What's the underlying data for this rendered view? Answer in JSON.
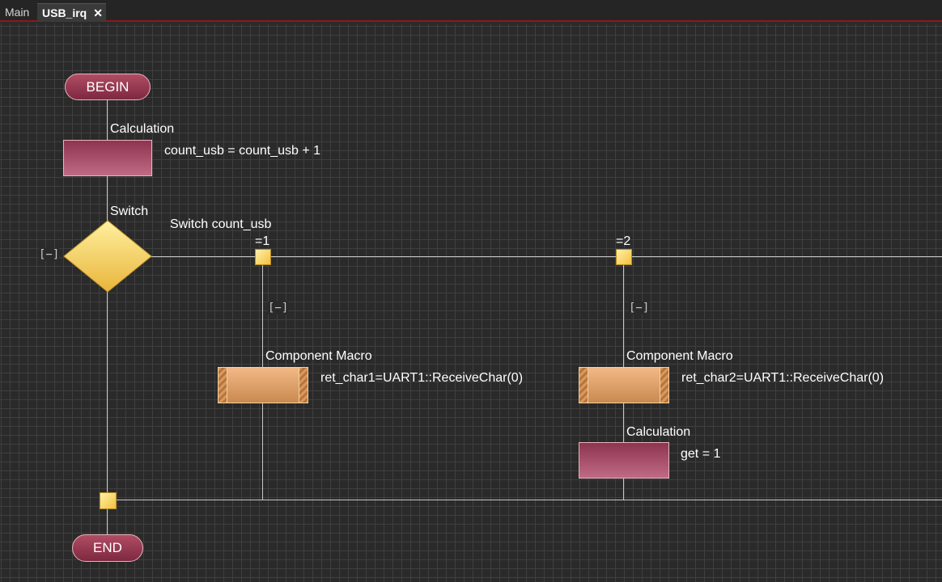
{
  "tabs": {
    "main_label": "Main",
    "active_label": "USB_irq",
    "close_glyph": "✕"
  },
  "flowchart": {
    "begin_label": "BEGIN",
    "end_label": "END",
    "calc1": {
      "title": "Calculation",
      "expr": "count_usb = count_usb + 1"
    },
    "switch": {
      "title": "Switch",
      "expr": "Switch count_usb",
      "collapse_glyph": "[−]",
      "cases": [
        {
          "label": "=1",
          "collapse_glyph": "[−]",
          "macro_title": "Component Macro",
          "macro_expr": "ret_char1=UART1::ReceiveChar(0)"
        },
        {
          "label": "=2",
          "collapse_glyph": "[−]",
          "macro_title": "Component Macro",
          "macro_expr": "ret_char2=UART1::ReceiveChar(0)",
          "calc_title": "Calculation",
          "calc_expr": "get = 1"
        }
      ]
    }
  },
  "colors": {
    "terminal": "#9a3b55",
    "calculation": "#a54a66",
    "macro": "#e4a56e",
    "decision": "#f5cf5a",
    "tab_accent": "#8b1a1a"
  }
}
